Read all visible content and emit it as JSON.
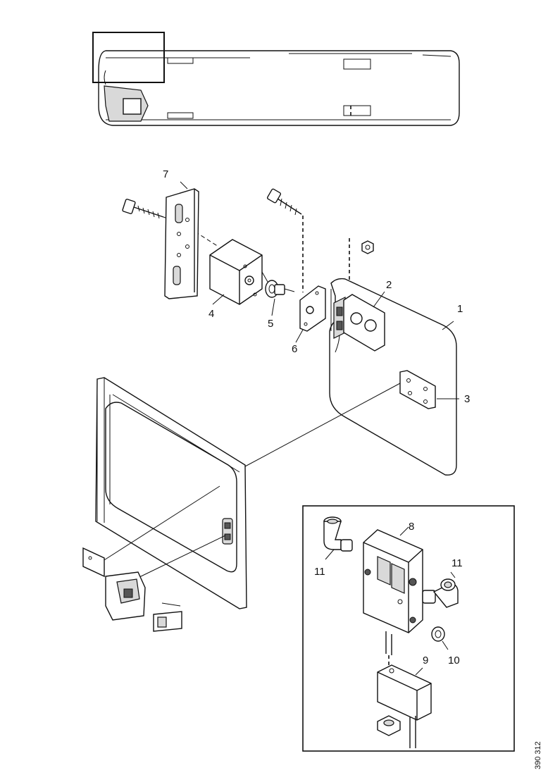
{
  "callouts": {
    "c1": "1",
    "c2": "2",
    "c3": "3",
    "c4": "4",
    "c5": "5",
    "c6": "6",
    "c7": "7",
    "c8": "8",
    "c9": "9",
    "c10": "10",
    "c11a": "11",
    "c11b": "11"
  },
  "drawing_code": "390 312"
}
